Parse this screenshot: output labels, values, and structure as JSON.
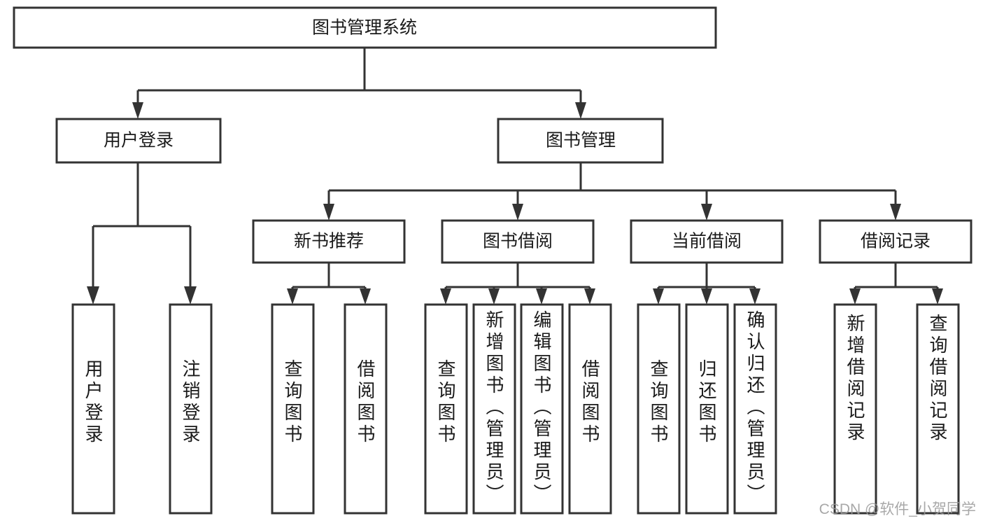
{
  "diagram": {
    "title": "图书管理系统",
    "type": "tree-hierarchy-chart",
    "root": {
      "label": "图书管理系统"
    },
    "level2": [
      {
        "label": "用户登录"
      },
      {
        "label": "图书管理"
      }
    ],
    "level3": [
      {
        "label": "新书推荐"
      },
      {
        "label": "图书借阅"
      },
      {
        "label": "当前借阅"
      },
      {
        "label": "借阅记录"
      }
    ],
    "leaves": {
      "user_login": [
        {
          "label": "用户登录"
        },
        {
          "label": "注销登录"
        }
      ],
      "new_book_recommend": [
        {
          "label": "查询图书"
        },
        {
          "label": "借阅图书"
        }
      ],
      "book_borrow": [
        {
          "label": "查询图书"
        },
        {
          "label": "新增图书（管理员）"
        },
        {
          "label": "编辑图书（管理员）"
        },
        {
          "label": "借阅图书"
        }
      ],
      "current_borrow": [
        {
          "label": "查询图书"
        },
        {
          "label": "归还图书"
        },
        {
          "label": "确认归还（管理员）"
        }
      ],
      "borrow_record": [
        {
          "label": "新增借阅记录"
        },
        {
          "label": "查询借阅记录"
        }
      ]
    }
  },
  "watermark": {
    "text": "CSDN @软件_小贺同学"
  },
  "colors": {
    "stroke": "#333333",
    "box_fill": "#ffffff",
    "text": "#1a1a1a",
    "watermark": "#9a9a9a",
    "background": "#ffffff"
  }
}
